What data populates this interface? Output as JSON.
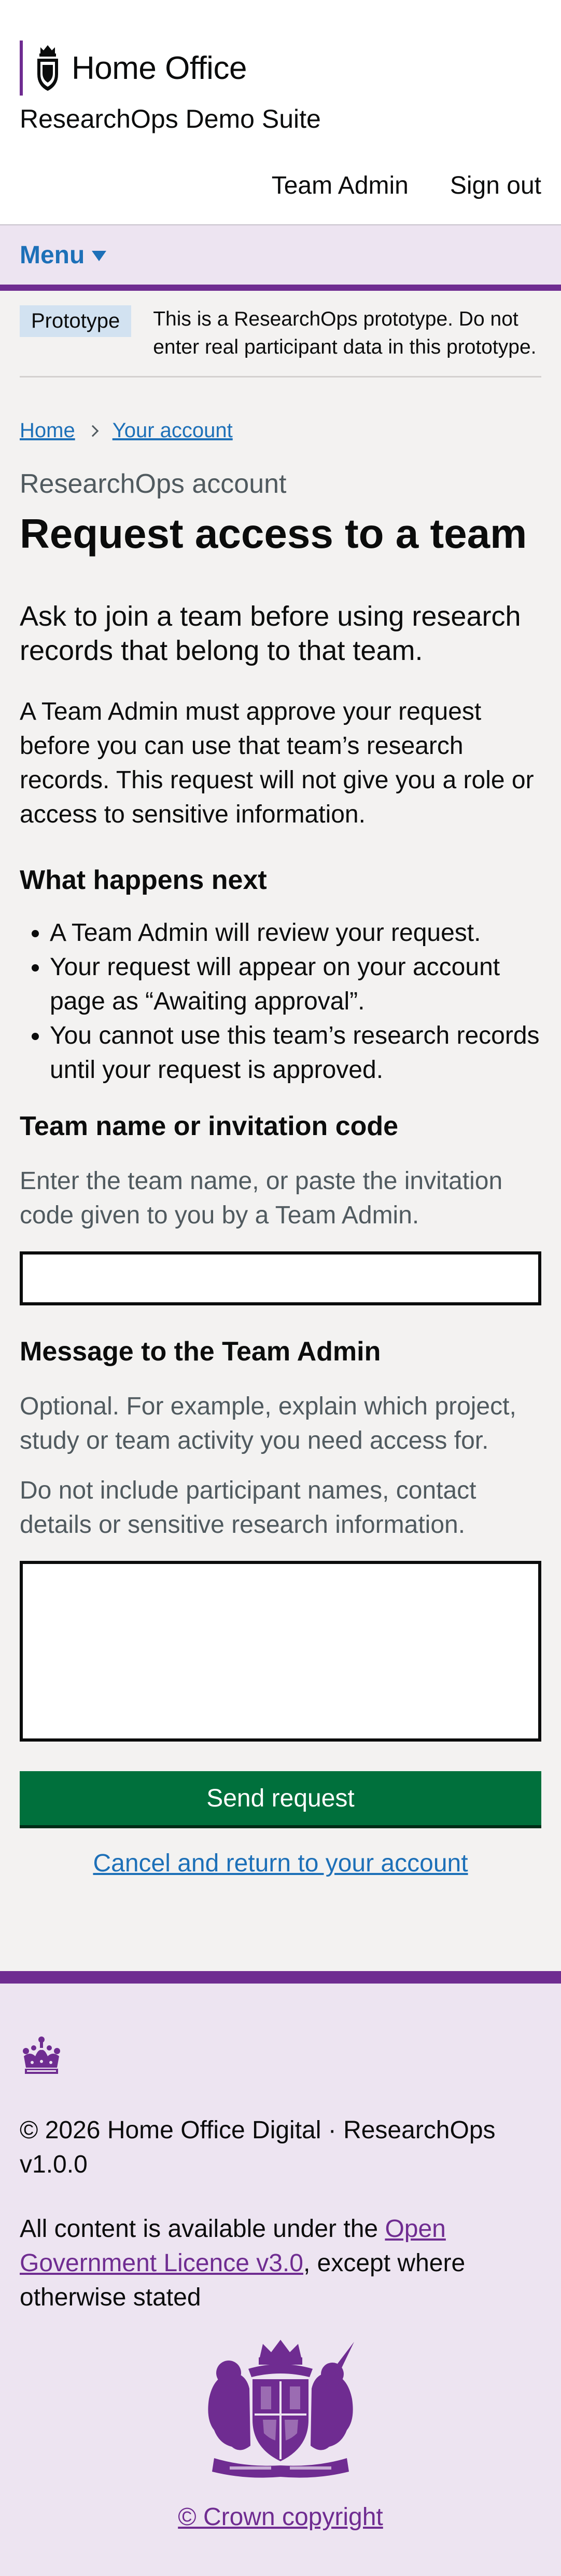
{
  "header": {
    "brand": "Home Office",
    "service": "ResearchOps Demo Suite",
    "nav": [
      "Team Admin",
      "Sign out"
    ]
  },
  "menu": {
    "label": "Menu"
  },
  "phase": {
    "tag": "Prototype",
    "text": "This is a ResearchOps prototype. Do not enter real participant data in this prototype."
  },
  "breadcrumb": [
    "Home",
    "Your account"
  ],
  "page": {
    "caption": "ResearchOps account",
    "title": "Request access to a team",
    "lead": "Ask to join a team before using research records that belong to that team.",
    "intro": "A Team Admin must approve your request before you can use that team’s research records. This request will not give you a role or access to sensitive information.",
    "next_heading": "What happens next",
    "next_items": [
      "A Team Admin will review your request.",
      "Your request will appear on your account page as “Awaiting approval”.",
      "You cannot use this team’s research records until your request is approved."
    ]
  },
  "form": {
    "team_label": "Team name or invitation code",
    "team_hint": "Enter the team name, or paste the invitation code given to you by a Team Admin.",
    "team_value": "",
    "message_label": "Message to the Team Admin",
    "message_hint1": "Optional. For example, explain which project, study or team activity you need access for.",
    "message_hint2": "Do not include participant names, contact details or sensitive research information.",
    "message_value": "",
    "submit": "Send request",
    "cancel": "Cancel and return to your account"
  },
  "footer": {
    "copyright": "© 2026 Home Office Digital · ResearchOps v1.0.0",
    "licence_prefix": "All content is available under the ",
    "licence_link": "Open Government Licence v3.0",
    "licence_suffix": ", except where otherwise stated",
    "crown_copyright": "© Crown copyright"
  },
  "colors": {
    "brand_purple": "#6f2c91",
    "menu_bg": "#ede4f1",
    "link_blue": "#1d70b8",
    "button_green": "#00703c"
  }
}
